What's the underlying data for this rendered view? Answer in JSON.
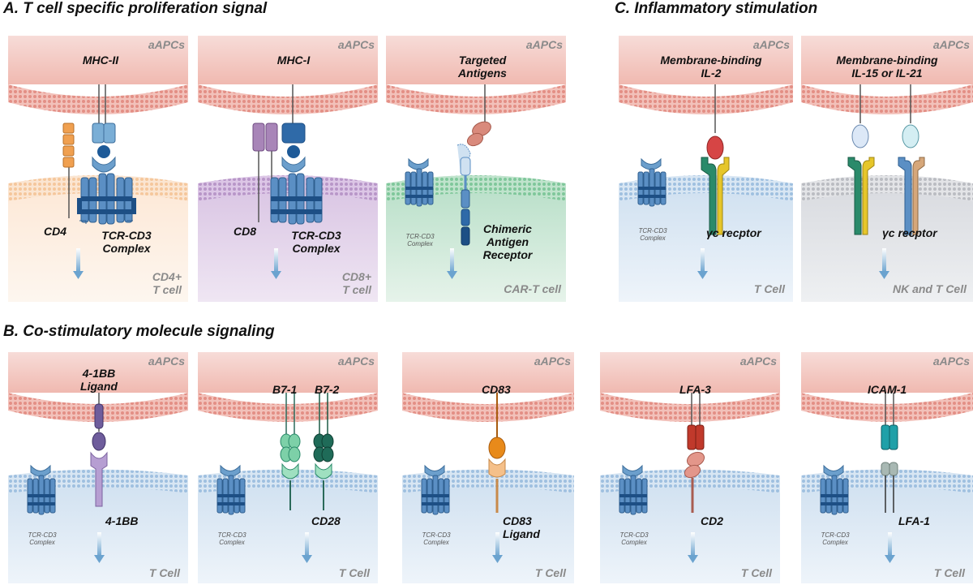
{
  "sections": {
    "A": "A. T cell specific proliferation signal",
    "B": "B. Co-stimulatory molecule signaling",
    "C": "C. Inflammatory stimulation"
  },
  "common": {
    "apc": "aAPCs",
    "tcr_small_1": "TCR-CD3",
    "tcr_small_2": "Complex",
    "t_cell": "T Cell"
  },
  "A": {
    "a": {
      "tag": "a",
      "top": "MHC-II",
      "left": "CD4",
      "center_1": "TCR-CD3",
      "center_2": "Complex",
      "cell_1": "CD4+",
      "cell_2": "T cell"
    },
    "b": {
      "tag": "b",
      "top": "MHC-I",
      "left": "CD8",
      "center_1": "TCR-CD3",
      "center_2": "Complex",
      "cell_1": "CD8+",
      "cell_2": "T cell"
    },
    "c": {
      "tag": "c",
      "top_1": "Targeted",
      "top_2": "Antigens",
      "right_1": "Chimeric",
      "right_2": "Antigen",
      "right_3": "Receptor",
      "cell": "CAR-T cell"
    }
  },
  "C": {
    "a": {
      "tag": "a",
      "top_1": "Membrane-binding",
      "top_2": "IL-2",
      "receptor": "γc  recptor",
      "cell": "T Cell"
    },
    "b": {
      "tag": "b",
      "top_1": "Membrane-binding",
      "top_2": "IL-15 or IL-21",
      "receptor": "γc  recptor",
      "cell": "NK and T Cell"
    }
  },
  "B": {
    "a": {
      "tag": "a",
      "top_1": "4-1BB",
      "top_2": "Ligand",
      "bottom_1": "4-1BB",
      "bottom_2": ""
    },
    "b": {
      "tag": "b",
      "top_1": "B7-1",
      "top_2": "B7-2",
      "bottom_1": "CD28",
      "bottom_2": ""
    },
    "c": {
      "tag": "c",
      "top_1": "CD83",
      "top_2": "",
      "bottom_1": "CD83",
      "bottom_2": "Ligand"
    },
    "d": {
      "tag": "d",
      "top_1": "LFA-3",
      "top_2": "",
      "bottom_1": "CD2",
      "bottom_2": ""
    },
    "e": {
      "tag": "e",
      "top_1": "ICAM-1",
      "top_2": "",
      "bottom_1": "LFA-1",
      "bottom_2": ""
    }
  },
  "colors": {
    "apc_membrane": "#e8a49a",
    "tcr_blue": "#5b8fc4",
    "cd4_orange": "#f0a050",
    "cd8_purple": "#a885b8",
    "car_salmon": "#d98a7c",
    "il2_red": "#d64545",
    "gamma_green": "#2a8a6a",
    "gamma_yellow": "#e6c62a"
  }
}
